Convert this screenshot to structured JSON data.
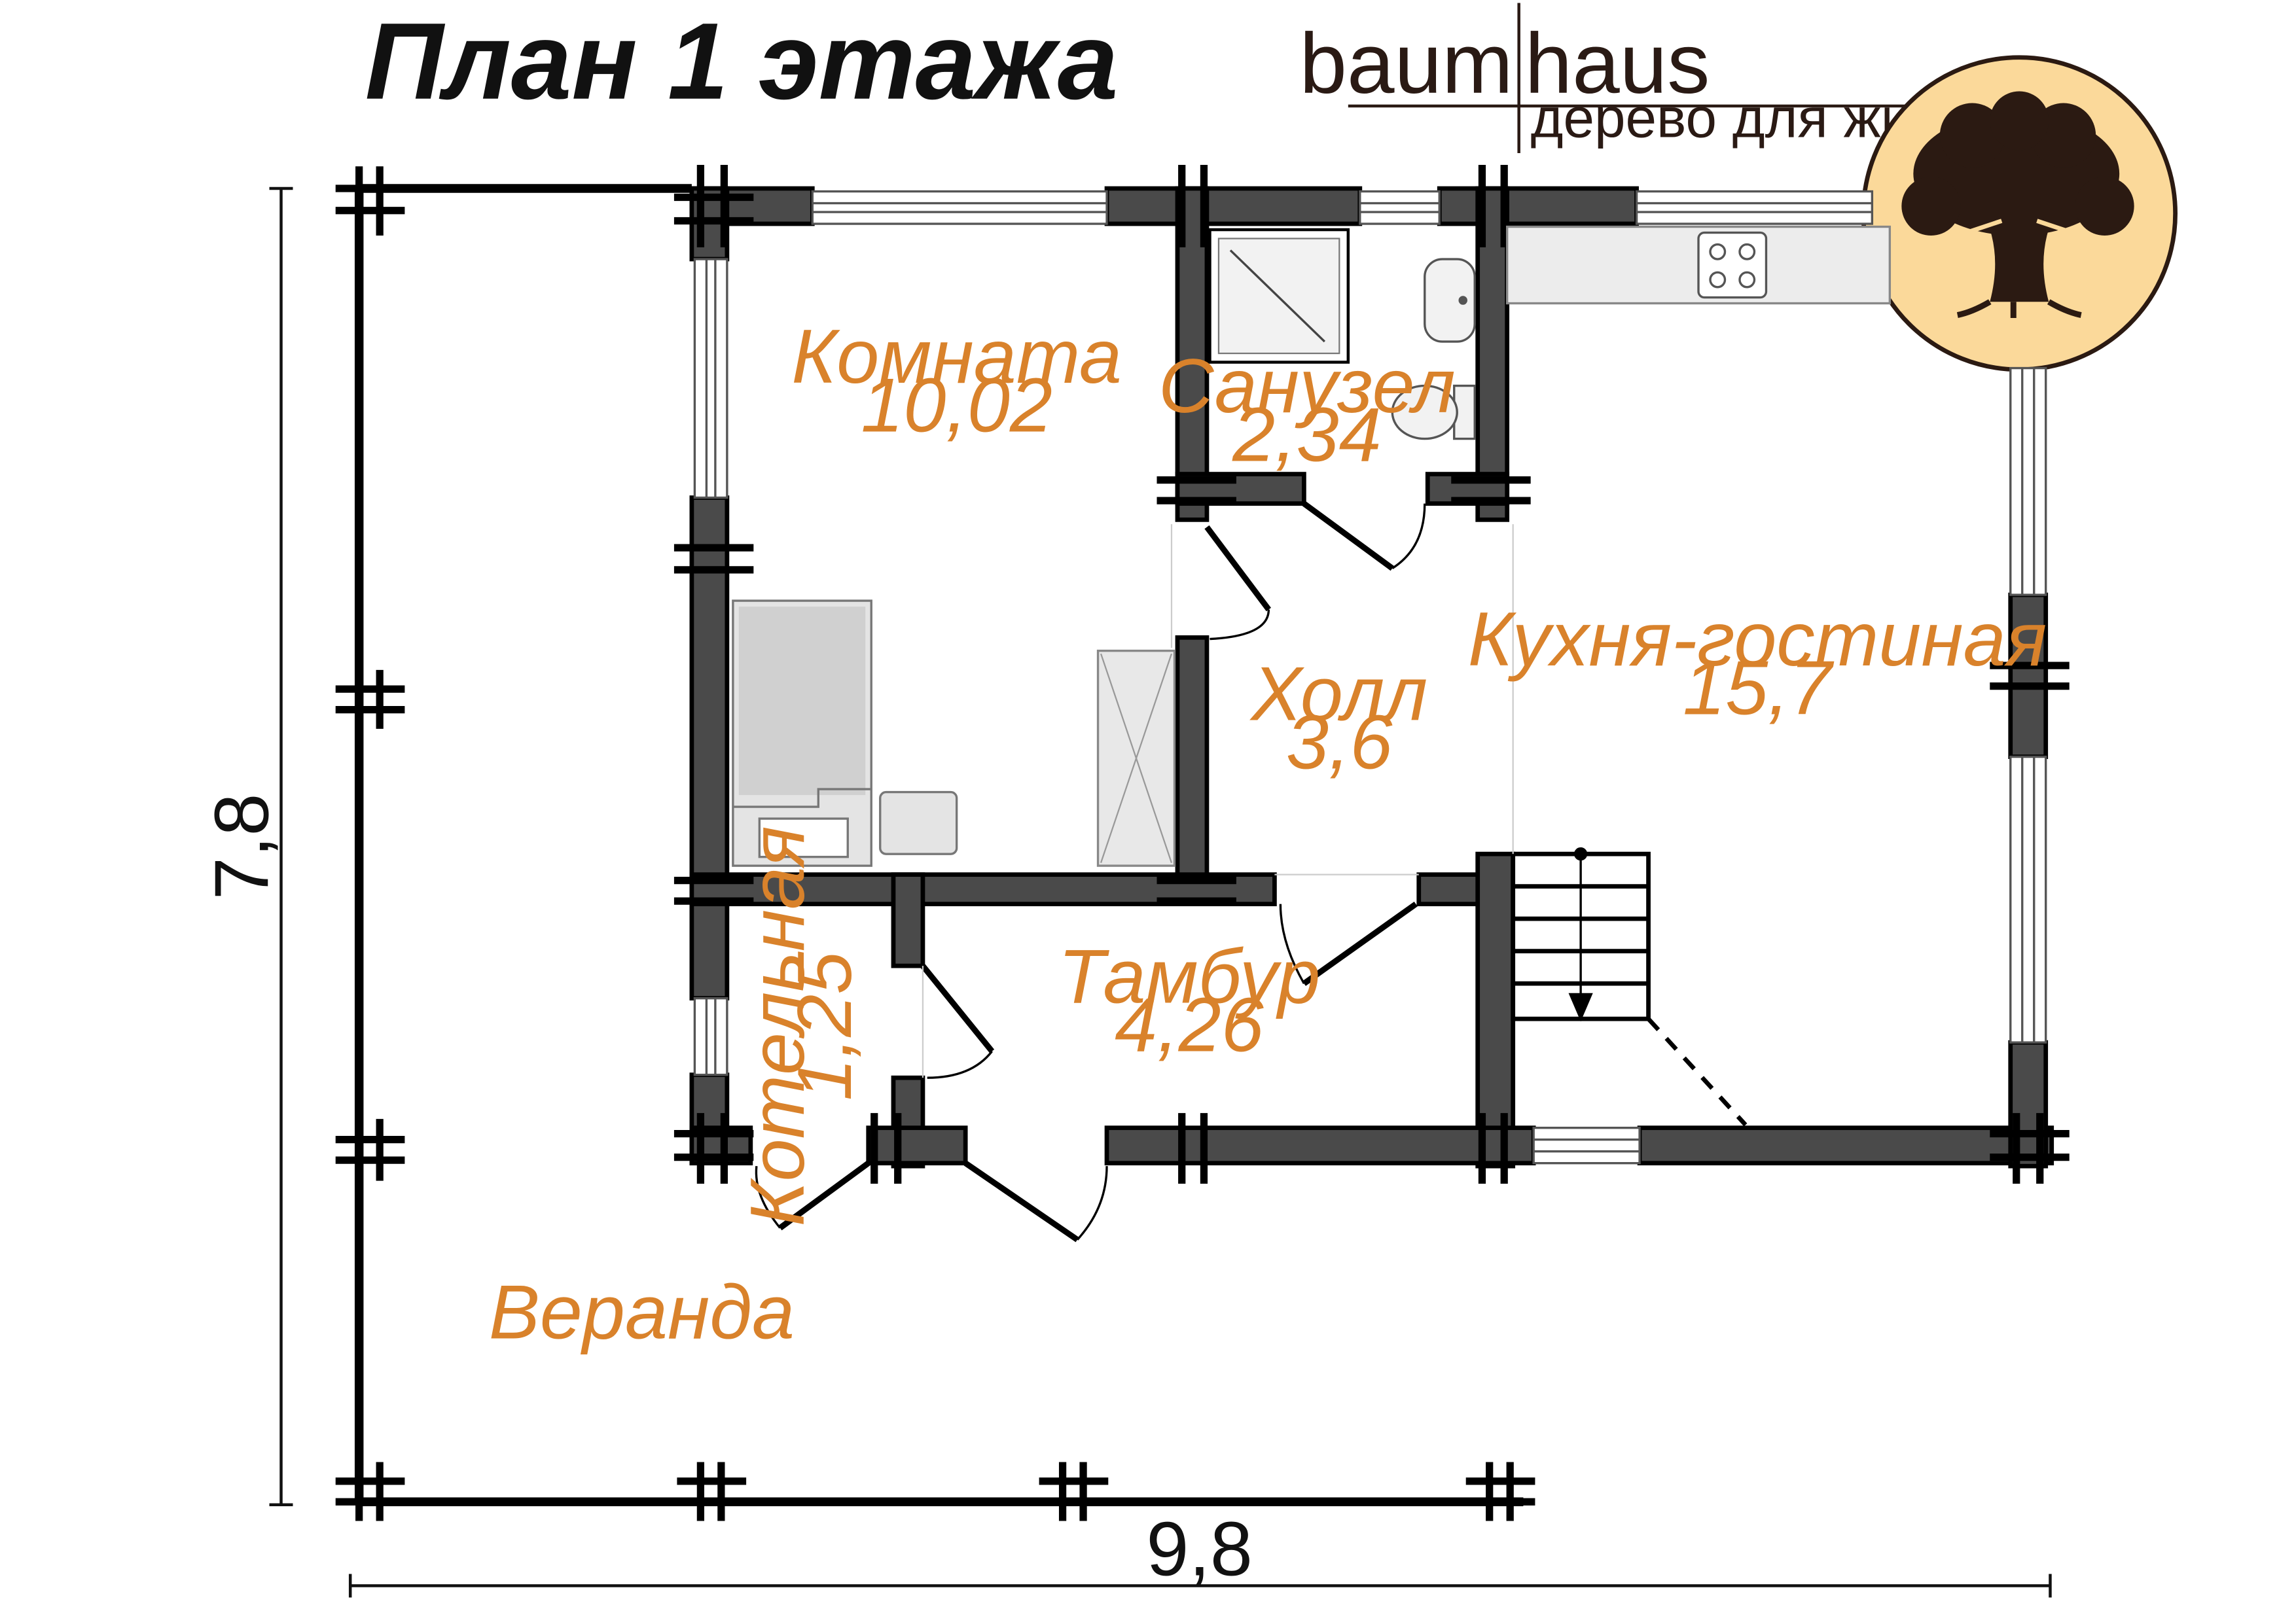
{
  "title": "План 1 этажа",
  "brand": {
    "name_left": "baum",
    "name_right": "haus",
    "tagline": "дерево для жизни"
  },
  "dimensions": {
    "height": "7,8",
    "width": "9,8"
  },
  "rooms": {
    "komnata": {
      "name": "Комната",
      "area": "10,02"
    },
    "sanuzel": {
      "name": "Санузел",
      "area": "2,34"
    },
    "holl": {
      "name": "Холл",
      "area": "3,6"
    },
    "kuhnya": {
      "name": "Кухня-гостиная",
      "area": "15,7"
    },
    "kotelnaya": {
      "name": "Котельная",
      "area": "1,25"
    },
    "tambur": {
      "name": "Тамбур",
      "area": "4,26"
    },
    "veranda": {
      "name": "Веранда"
    }
  },
  "colors": {
    "wall": "#4a4a4a",
    "wall_outline": "#000000",
    "label": "#d9822b",
    "logo_bg": "#fbd99a",
    "logo_tree": "#2b1a12"
  },
  "icons": [
    "tree-logo-icon",
    "stove-icon",
    "shower-icon",
    "sink-icon",
    "toilet-icon",
    "bed-icon",
    "stairs-icon"
  ]
}
